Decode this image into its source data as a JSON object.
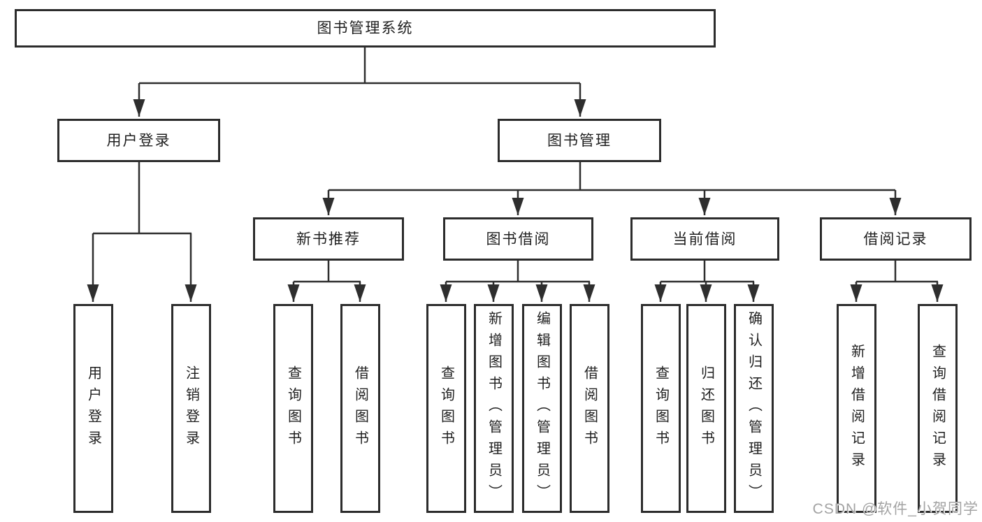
{
  "diagram": {
    "root": {
      "label": "图书管理系统"
    },
    "level2": [
      {
        "label": "用户登录"
      },
      {
        "label": "图书管理"
      }
    ],
    "level3": [
      {
        "label": "新书推荐",
        "parent": "图书管理"
      },
      {
        "label": "图书借阅",
        "parent": "图书管理"
      },
      {
        "label": "当前借阅",
        "parent": "图书管理"
      },
      {
        "label": "借阅记录",
        "parent": "图书管理"
      }
    ],
    "leaves": [
      {
        "label": "用户登录",
        "parent": "用户登录"
      },
      {
        "label": "注销登录",
        "parent": "用户登录"
      },
      {
        "label": "查询图书",
        "parent": "新书推荐"
      },
      {
        "label": "借阅图书",
        "parent": "新书推荐"
      },
      {
        "label": "查询图书",
        "parent": "图书借阅"
      },
      {
        "label": "新增图书（管理员）",
        "parent": "图书借阅"
      },
      {
        "label": "编辑图书（管理员）",
        "parent": "图书借阅"
      },
      {
        "label": "借阅图书",
        "parent": "图书借阅"
      },
      {
        "label": "查询图书",
        "parent": "当前借阅"
      },
      {
        "label": "归还图书",
        "parent": "当前借阅"
      },
      {
        "label": "确认归还（管理员）",
        "parent": "当前借阅"
      },
      {
        "label": "新增借阅记录",
        "parent": "借阅记录"
      },
      {
        "label": "查询借阅记录",
        "parent": "借阅记录"
      }
    ]
  },
  "watermark": {
    "text": "CSDN @软件_小贺同学",
    "color": "#a3a3a3"
  },
  "colors": {
    "line": "#2e2e2e",
    "box_border": "#2c2c2c",
    "text": "#1f1f1f",
    "background": "#ffffff"
  }
}
